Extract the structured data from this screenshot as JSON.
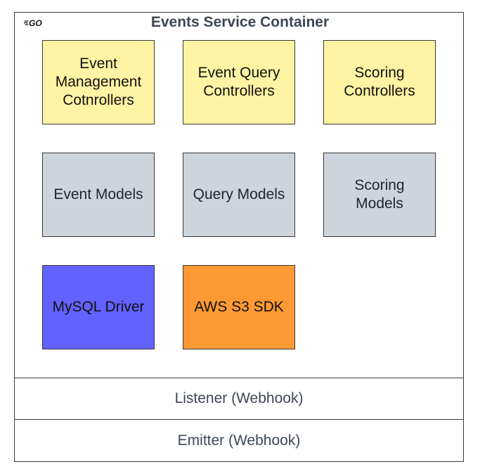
{
  "diagram": {
    "title": "Events Service Container",
    "logo_text": "GO",
    "controllers": [
      {
        "label": "Event\nManagement\nCotnrollers"
      },
      {
        "label": "Event Query\nControllers"
      },
      {
        "label": "Scoring\nControllers"
      }
    ],
    "models": [
      {
        "label": "Event Models"
      },
      {
        "label": "Query Models"
      },
      {
        "label": "Scoring\nModels"
      }
    ],
    "drivers": [
      {
        "label": "MySQL Driver"
      },
      {
        "label": "AWS S3 SDK"
      }
    ],
    "listener": "Listener (Webhook)",
    "emitter": "Emitter (Webhook)"
  },
  "colors": {
    "controller_fill": "#fff4a3",
    "model_fill": "#ced4db",
    "mysql_fill": "#6262ff",
    "aws_fill": "#ff9933",
    "border": "#3a3a3a",
    "title_text": "#3d4653"
  }
}
